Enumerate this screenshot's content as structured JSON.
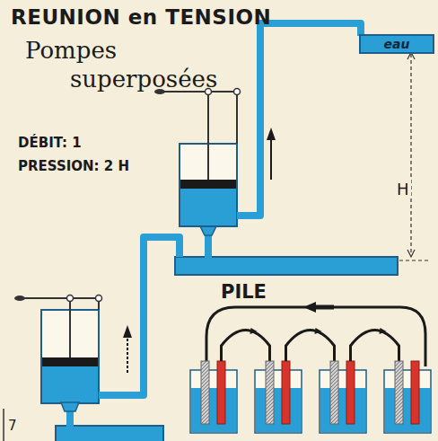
{
  "diagram": {
    "title": "REUNION en TENSION",
    "nodes": [
      {
        "text": [
          "eau"
        ]
      }
    ],
    "labels": [
      "Pompes superposées",
      "DÉBIT: 1",
      "PRESSION: 2 H",
      "H",
      "PILE",
      "7"
    ]
  }
}
